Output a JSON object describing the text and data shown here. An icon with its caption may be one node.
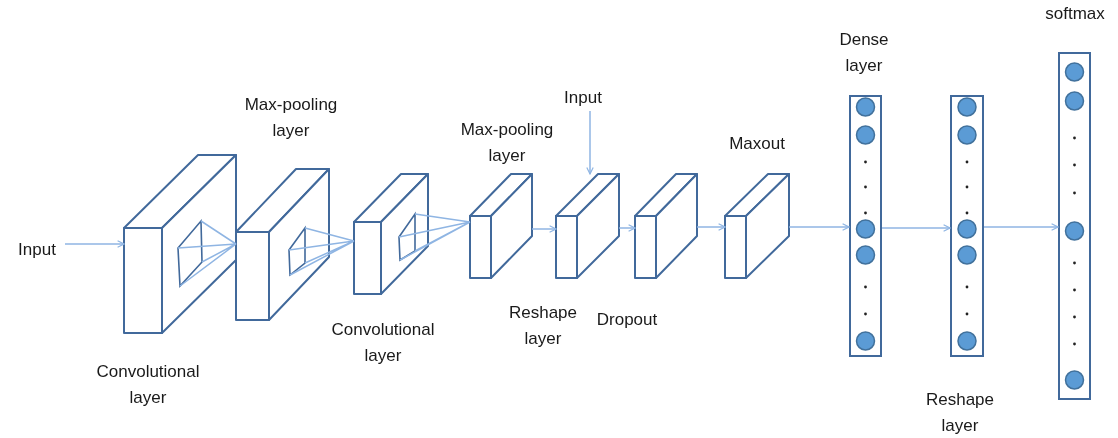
{
  "diagram": {
    "nodes": [
      {
        "text": [
          "Input"
        ]
      },
      {
        "text": [
          "Convolutional layer"
        ]
      },
      {
        "text": [
          "Max-pooling layer"
        ]
      },
      {
        "text": [
          "Convolutional layer"
        ]
      },
      {
        "text": [
          "Max-pooling layer"
        ]
      },
      {
        "text": [
          "Input"
        ]
      },
      {
        "text": [
          "Reshape layer"
        ]
      },
      {
        "text": [
          "Dropout"
        ]
      },
      {
        "text": [
          "Maxout"
        ]
      },
      {
        "text": [
          "Dense layer"
        ]
      },
      {
        "text": [
          "Reshape layer"
        ]
      },
      {
        "text": [
          "softmax"
        ]
      }
    ],
    "edges": [
      {
        "from": 0,
        "to": 1,
        "arrow": "to"
      },
      {
        "from": 1,
        "to": 2,
        "arrow": "none"
      },
      {
        "from": 2,
        "to": 3,
        "arrow": "none"
      },
      {
        "from": 3,
        "to": 4,
        "arrow": "none"
      },
      {
        "from": 4,
        "to": 6,
        "arrow": "to"
      },
      {
        "from": 5,
        "to": 6,
        "arrow": "to"
      },
      {
        "from": 6,
        "to": 7,
        "arrow": "to"
      },
      {
        "from": 7,
        "to": 8,
        "arrow": "to"
      },
      {
        "from": 8,
        "to": 9,
        "arrow": "to"
      },
      {
        "from": 9,
        "to": 10,
        "arrow": "to"
      },
      {
        "from": 10,
        "to": 11,
        "arrow": "to"
      }
    ]
  }
}
